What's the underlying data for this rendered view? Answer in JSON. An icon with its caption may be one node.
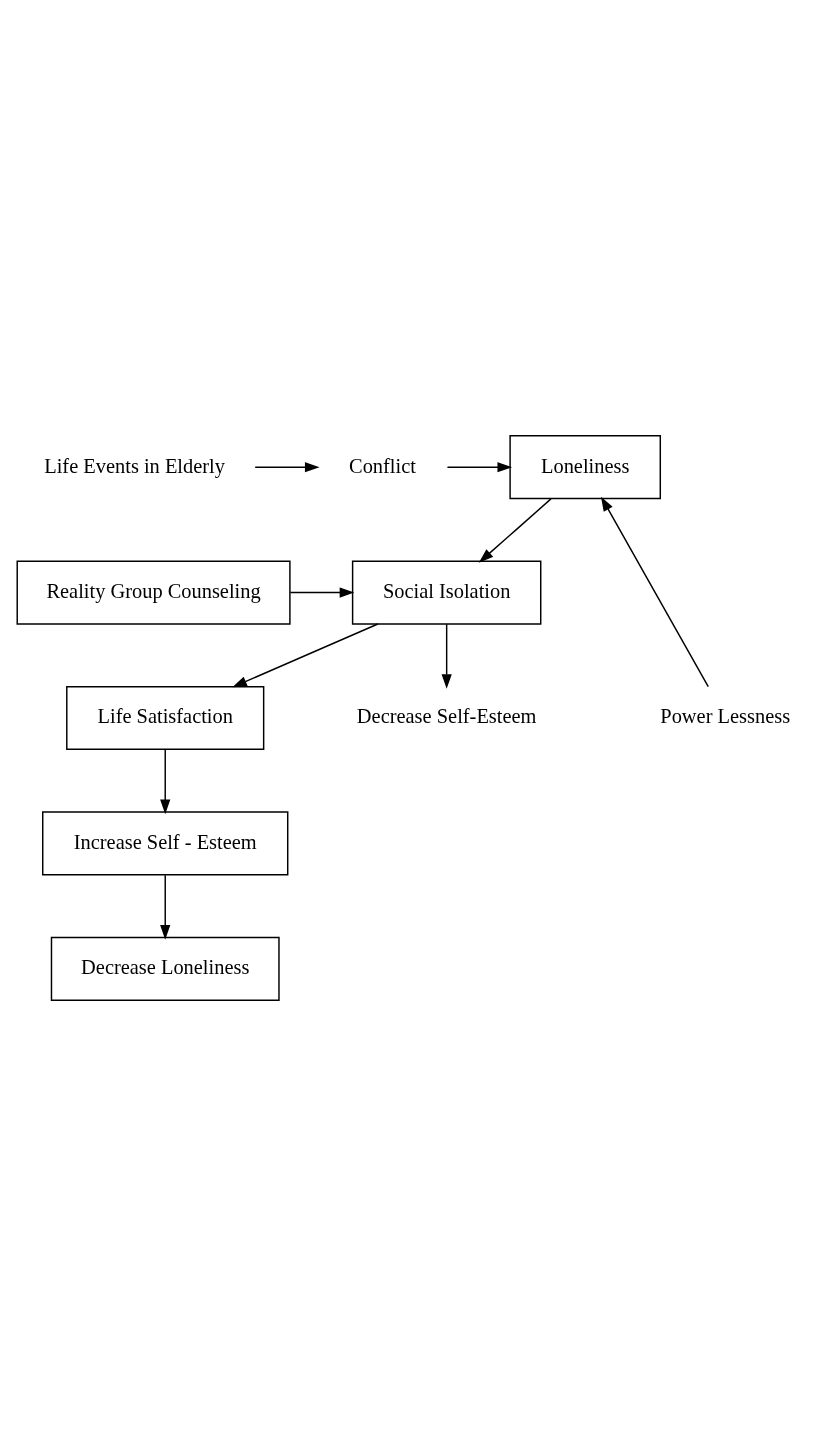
{
  "diagram": {
    "nodes": [
      {
        "text": [
          "Life Events in Elderly"
        ]
      },
      {
        "text": [
          "Conflict"
        ]
      },
      {
        "text": [
          "Loneliness"
        ]
      },
      {
        "text": [
          "Decrease Self-Esteem"
        ]
      },
      {
        "text": [
          "Power Lessness"
        ]
      },
      {
        "text": [
          "Reality Group Counseling"
        ]
      },
      {
        "text": [
          "Social Isolation"
        ]
      },
      {
        "text": [
          "Life Satisfaction"
        ]
      },
      {
        "text": [
          "Increase Self - Esteem"
        ]
      },
      {
        "text": [
          "Decrease Loneliness"
        ]
      }
    ],
    "edges": [
      {
        "from": 0,
        "to": 1,
        "arrow": "to"
      },
      {
        "from": 1,
        "to": 2,
        "arrow": "to"
      },
      {
        "from": 4,
        "to": 2,
        "arrow": "to"
      },
      {
        "from": 2,
        "to": 6,
        "arrow": "to"
      },
      {
        "from": 6,
        "to": 3,
        "arrow": "to"
      },
      {
        "from": 5,
        "to": 6,
        "arrow": "to"
      },
      {
        "from": 6,
        "to": 7,
        "arrow": "to"
      },
      {
        "from": 7,
        "to": 8,
        "arrow": "to"
      },
      {
        "from": 8,
        "to": 9,
        "arrow": "to"
      }
    ]
  }
}
